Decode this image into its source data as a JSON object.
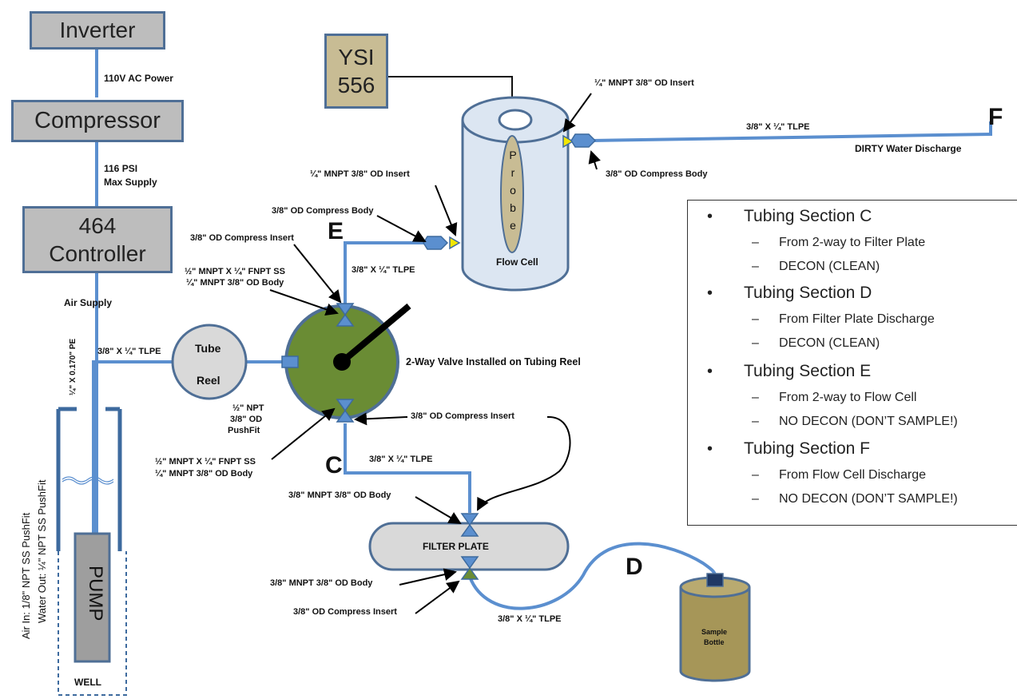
{
  "equipment": {
    "inverter": "Inverter",
    "compressor": "Compressor",
    "controller_line1": "464",
    "controller_line2": "Controller",
    "ysi_line1": "YSI",
    "ysi_line2": "556",
    "tube_reel_line1": "Tube",
    "tube_reel_line2": "Reel",
    "pump": "PUMP",
    "well": "WELL",
    "flow_cell": "Flow Cell",
    "probe_letters": [
      "P",
      "r",
      "o",
      "b",
      "e"
    ],
    "filter_plate": "FILTER PLATE",
    "sample_bottle_line1": "Sample",
    "sample_bottle_line2": "Bottle"
  },
  "supply_labels": {
    "power": "110V AC Power",
    "psi_line1": "116 PSI",
    "psi_line2": "Max Supply",
    "air_supply": "Air Supply",
    "pe_tube": "¼\" X 0.170\" PE",
    "pump_fit_1": "Air In: 1/8\" NPT SS PushFit",
    "pump_fit_2": "Water Out: ¼\" NPT SS PushFit"
  },
  "section_letters": {
    "c": "C",
    "d": "D",
    "e": "E",
    "f": "F"
  },
  "fitting_labels": {
    "tlpe_reel": "3/8\" X ¼\" TLPE",
    "tlpe_e": "3/8\" X ¼\" TLPE",
    "tlpe_c": "3/8\" X ¼\" TLPE",
    "tlpe_d": "3/8\" X ¼\" TLPE",
    "tlpe_f": "3/8\" X ¼\" TLPE",
    "dirty_discharge": "DIRTY Water Discharge",
    "mnpt_insert_top": "¼\" MNPT  3/8\" OD Insert",
    "compress_body_right": "3/8\" OD Compress Body",
    "mnpt_insert_left": "¼\" MNPT  3/8\" OD Insert",
    "compress_body_left": "3/8\" OD Compress Body",
    "compress_insert_e": "3/8\" OD Compress Insert",
    "valve_top_1": "½\" MNPT X ¼\" FNPT SS",
    "valve_top_2": "¼\" MNPT 3/8\" OD Body",
    "valve_label": "2-Way Valve Installed on Tubing Reel",
    "npt_push_1": "½\" NPT",
    "npt_push_2": "3/8\" OD",
    "npt_push_3": "PushFit",
    "compress_insert_c": "3/8\" OD Compress Insert",
    "valve_bot_1": "½\" MNPT X ¼\" FNPT SS",
    "valve_bot_2": "¼\" MNPT 3/8\" OD Body",
    "filter_mnpt_top": "3/8\" MNPT  3/8\" OD Body",
    "filter_mnpt_bot": "3/8\" MNPT  3/8\" OD Body",
    "filter_compress_bot": "3/8\" OD Compress Insert"
  },
  "legend": {
    "sections": [
      {
        "title": "Tubing Section C",
        "items": [
          "From 2-way to Filter Plate",
          "DECON (CLEAN)"
        ]
      },
      {
        "title": "Tubing Section D",
        "items": [
          "From Filter Plate Discharge",
          "DECON (CLEAN)"
        ]
      },
      {
        "title": "Tubing Section E",
        "items": [
          "From 2-way to Flow Cell",
          "NO DECON (DON’T SAMPLE!)"
        ]
      },
      {
        "title": "Tubing Section F",
        "items": [
          "From Flow Cell Discharge",
          "NO DECON (DON’T SAMPLE!)"
        ]
      }
    ]
  },
  "colors": {
    "tube": "#5b8fcf",
    "box_fill": "#bdbdbd",
    "box_border": "#4f6f96",
    "ysi_fill": "#c8bc94",
    "valve_fill": "#6a8c34",
    "flow_cell_fill": "#dce6f2",
    "bottle_fill": "#a69658",
    "fitting_yellow": "#f2e600"
  }
}
